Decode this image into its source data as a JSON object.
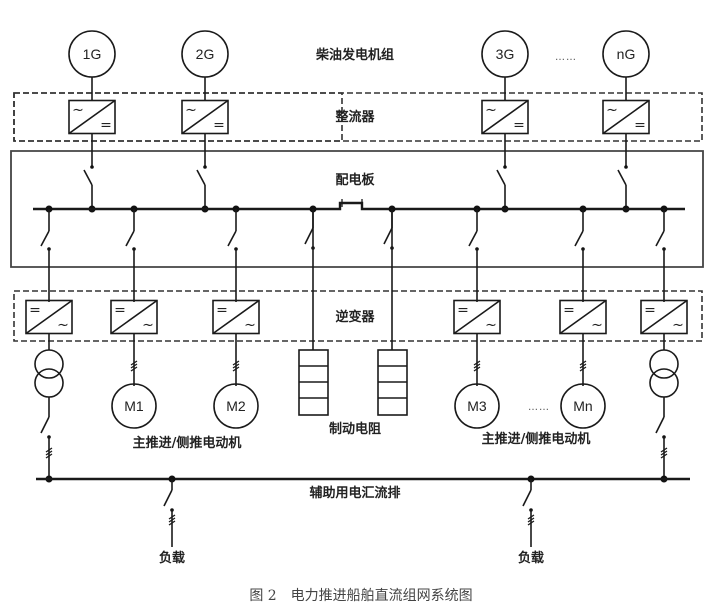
{
  "diagram": {
    "labels": {
      "generator_set": "柴油发电机组",
      "rectifier": "整流器",
      "switchboard": "配电板",
      "inverter": "逆变器",
      "propulsion_motors_left": "主推进/侧推电动机",
      "propulsion_motors_right": "主推进/侧推电动机",
      "braking_resistor": "制动电阻",
      "aux_busbar": "辅助用电汇流排",
      "load_left": "负载",
      "load_right": "负载"
    },
    "generators": [
      "1G",
      "2G",
      "3G",
      "nG"
    ],
    "motors": [
      "M1",
      "M2",
      "M3",
      "Mn"
    ],
    "ellipsis": "……",
    "converter_symbols": {
      "ac": "~",
      "dc": "="
    },
    "caption": "图 2　电力推进船舶直流组网系统图"
  }
}
